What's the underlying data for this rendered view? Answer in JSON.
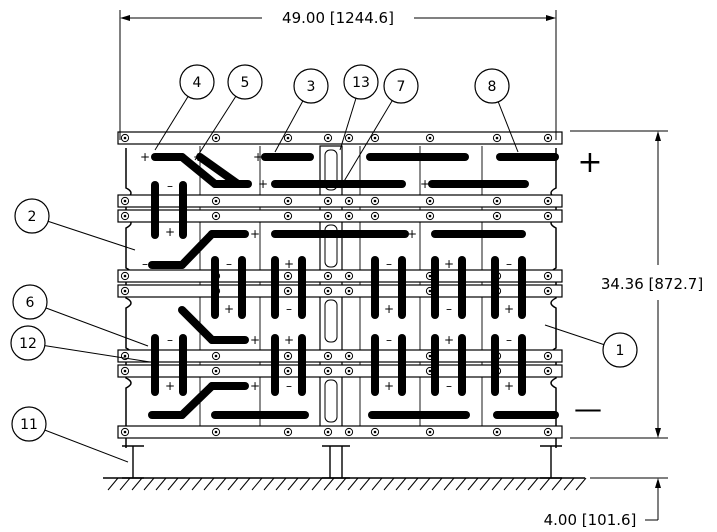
{
  "dimensions": {
    "width_label": "49.00 [1244.6]",
    "height_label": "34.36 [872.7]",
    "base_label": "4.00 [101.6]"
  },
  "polarity": {
    "positive": "+",
    "negative": "—"
  },
  "callouts": {
    "c1": "1",
    "c2": "2",
    "c3": "3",
    "c4": "4",
    "c5": "5",
    "c6": "6",
    "c7": "7",
    "c8": "8",
    "c11": "11",
    "c12": "12",
    "c13": "13"
  }
}
